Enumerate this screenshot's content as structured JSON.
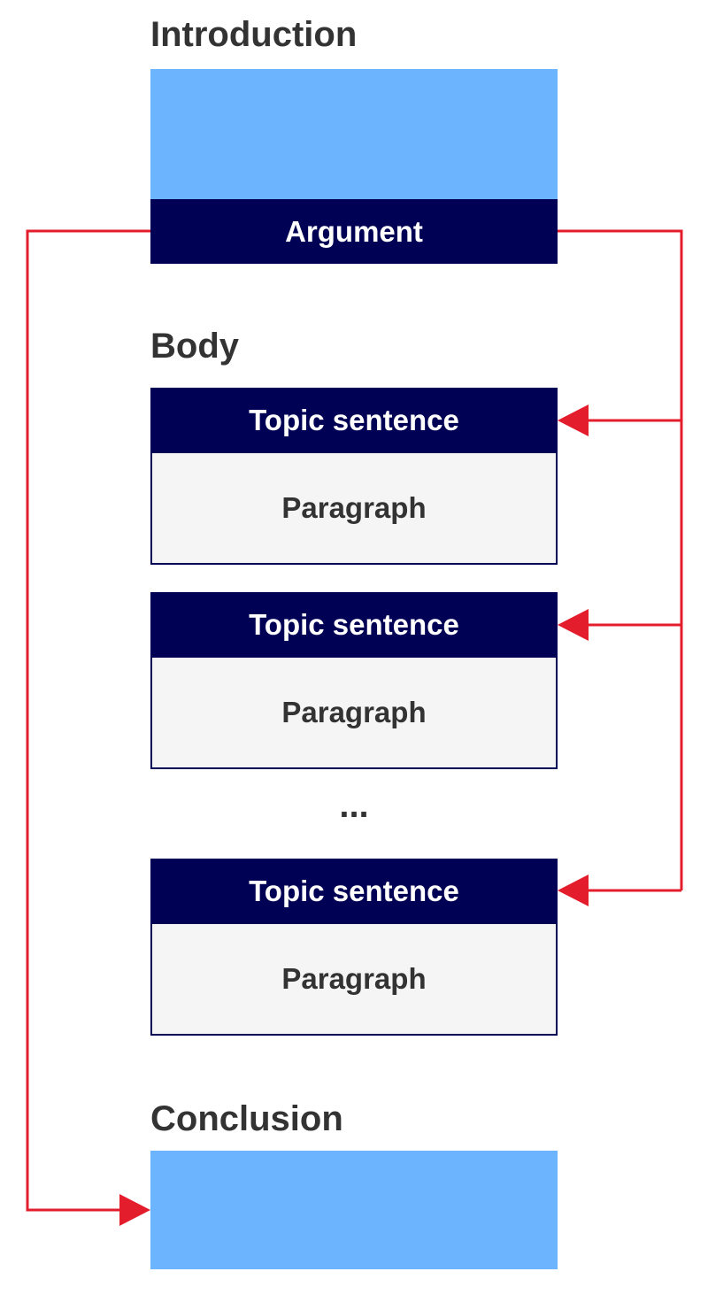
{
  "introduction": {
    "heading": "Introduction",
    "argument_label": "Argument"
  },
  "body": {
    "heading": "Body",
    "sections": [
      {
        "topic": "Topic sentence",
        "paragraph": "Paragraph"
      },
      {
        "topic": "Topic sentence",
        "paragraph": "Paragraph"
      },
      {
        "topic": "Topic sentence",
        "paragraph": "Paragraph"
      }
    ],
    "ellipsis": "..."
  },
  "conclusion": {
    "heading": "Conclusion"
  },
  "colors": {
    "block_fill": "#6cb4fd",
    "bar_fill": "#000055",
    "card_fill": "#f5f5f5",
    "connector": "#e41d2d",
    "heading_text": "#333333"
  }
}
